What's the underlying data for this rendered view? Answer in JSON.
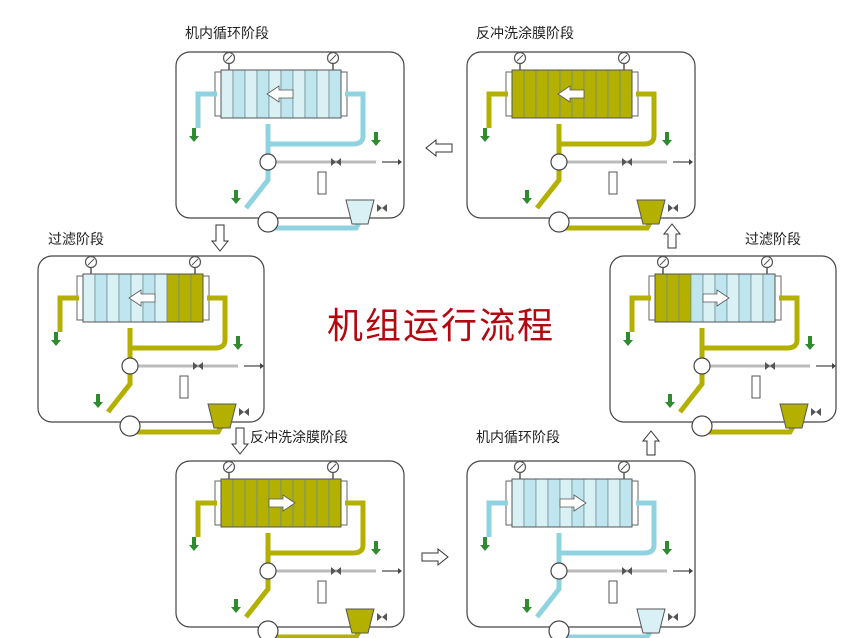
{
  "title": "机组运行流程",
  "stages": [
    {
      "id": "s1",
      "label": "机内循环阶段",
      "mode": "circ",
      "arrow": "left"
    },
    {
      "id": "s2",
      "label": "反冲洗涂膜阶段",
      "mode": "back",
      "arrow": "left"
    },
    {
      "id": "s3",
      "label": "过滤阶段",
      "mode": "filt",
      "arrow": "right"
    },
    {
      "id": "s4",
      "label": "机内循环阶段",
      "mode": "circ",
      "arrow": "right"
    },
    {
      "id": "s5",
      "label": "反冲洗涂膜阶段",
      "mode": "back",
      "arrow": "right"
    },
    {
      "id": "s6",
      "label": "过滤阶段",
      "mode": "filt",
      "arrow": "left"
    }
  ],
  "colors": {
    "light_blue": "#a8dde8",
    "cyan_pipe": "#8fd3e0",
    "olive": "#b3b000",
    "olive_dark": "#8f8d00",
    "red_title": "#b3080f",
    "green_arrow": "#2e8b2e",
    "panel_border": "#444444"
  },
  "icons": [
    "pressure-gauge-icon",
    "pump-icon",
    "valve-icon",
    "flow-arrow-icon",
    "tank-icon"
  ]
}
